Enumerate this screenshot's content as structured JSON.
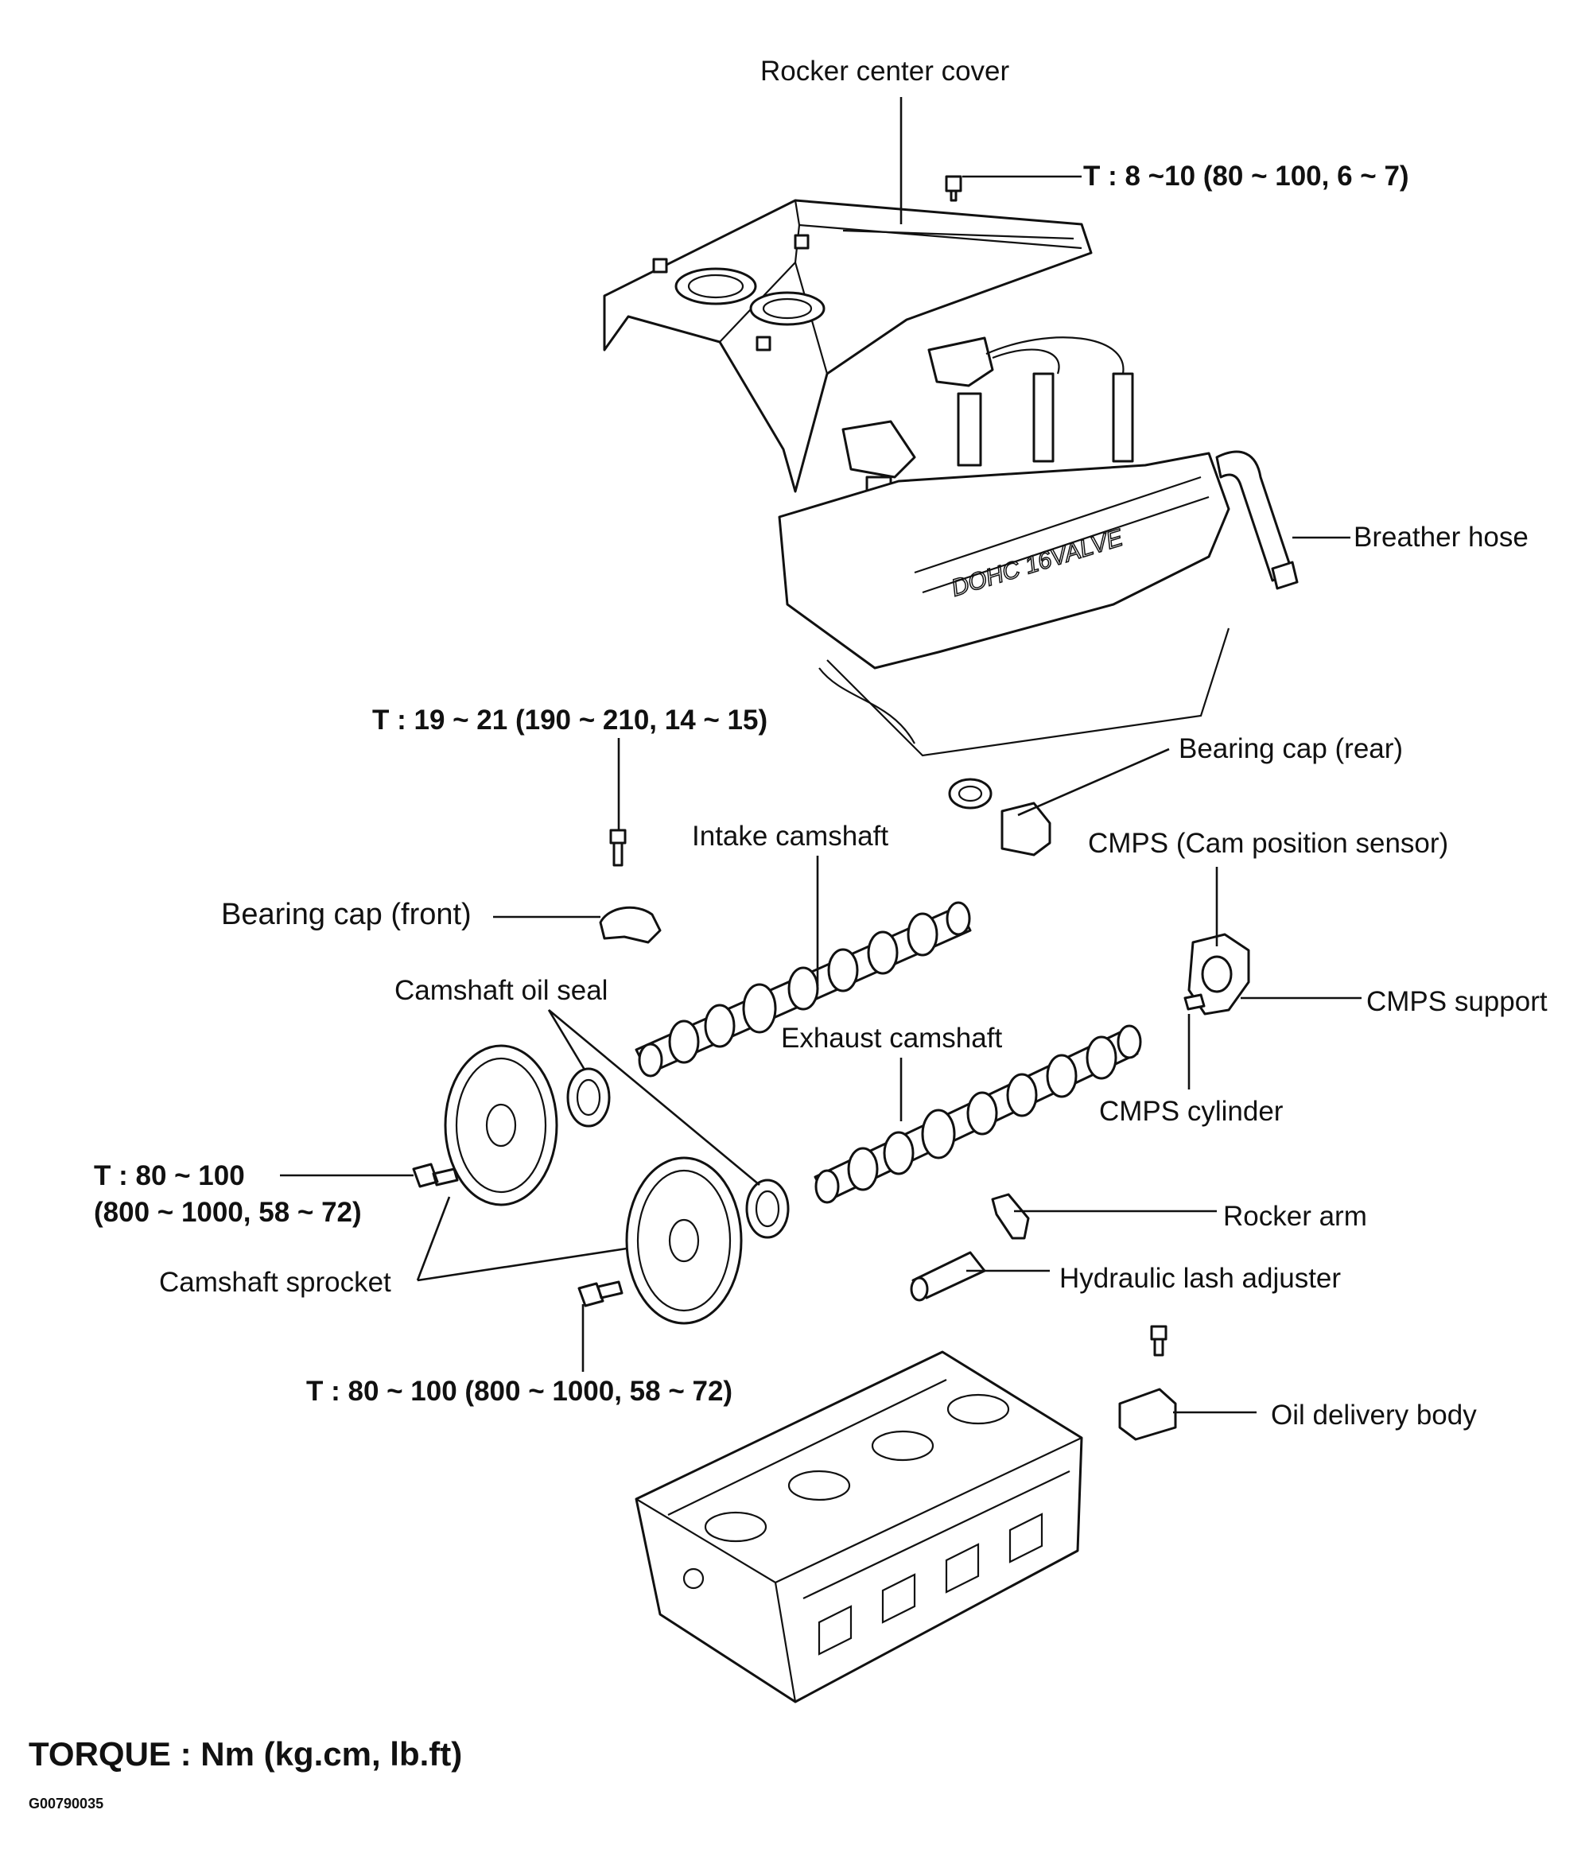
{
  "labels": {
    "rocker_center_cover": "Rocker center cover",
    "torque_cover_bolt": "T : 8 ~10 (80 ~ 100, 6 ~ 7)",
    "breather_hose": "Breather hose",
    "torque_bearing_cap_bolt": "T : 19 ~ 21 (190 ~ 210, 14 ~ 15)",
    "bearing_cap_rear": "Bearing cap (rear)",
    "intake_camshaft": "Intake camshaft",
    "cmps": "CMPS (Cam position sensor)",
    "bearing_cap_front": "Bearing cap (front)",
    "camshaft_oil_seal": "Camshaft oil seal",
    "cmps_support": "CMPS support",
    "exhaust_camshaft": "Exhaust camshaft",
    "cmps_cylinder": "CMPS cylinder",
    "torque_sprocket_bolt_left_line1": "T : 80 ~ 100",
    "torque_sprocket_bolt_left_line2": "(800 ~ 1000, 58 ~ 72)",
    "rocker_arm": "Rocker arm",
    "camshaft_sprocket": "Camshaft sprocket",
    "hydraulic_lash_adjuster": "Hydraulic lash  adjuster",
    "torque_sprocket_bolt_bottom": "T : 80 ~ 100 (800 ~ 1000, 58 ~ 72)",
    "oil_delivery_body": "Oil delivery body",
    "cover_emboss": "DOHC 16VALVE"
  },
  "footer": {
    "legend": "TORQUE : Nm (kg.cm, lb.ft)",
    "figure_id": "G00790035"
  }
}
